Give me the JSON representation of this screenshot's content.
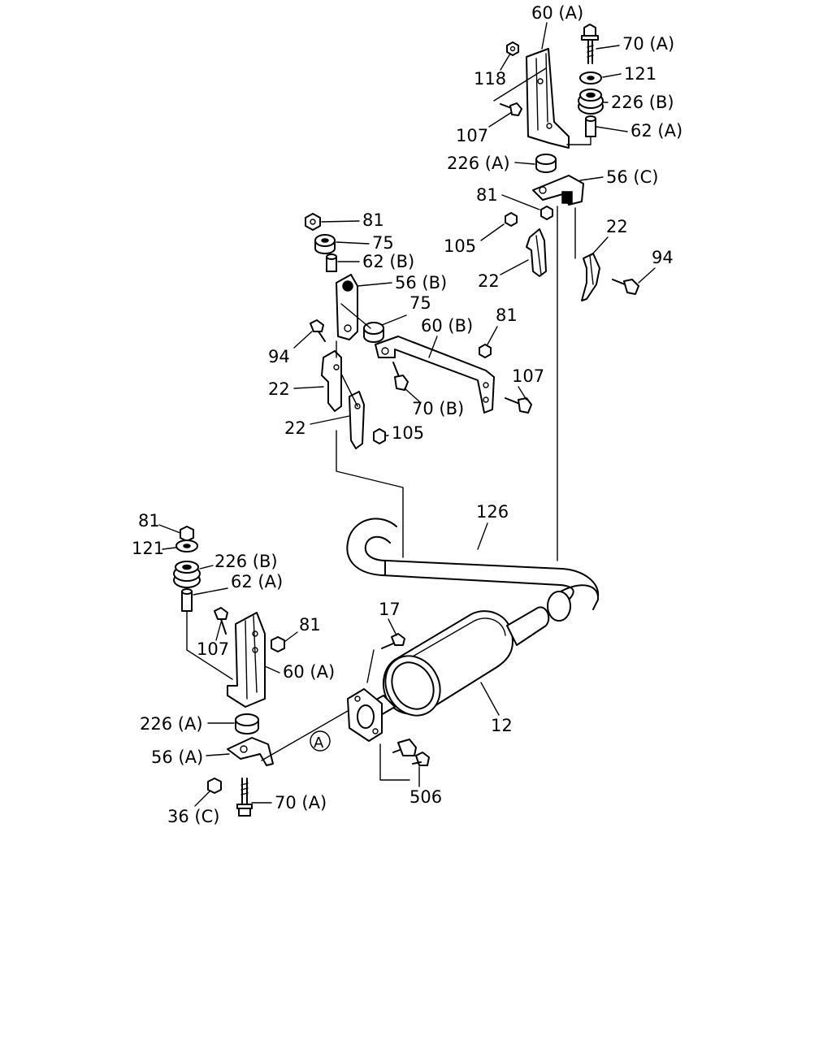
{
  "labels": {
    "p60a_top": "60 (A)",
    "p70a_top": "70 (A)",
    "p118": "118",
    "p121_top": "121",
    "p226b_top": "226 (B)",
    "p107_top": "107",
    "p62a_top": "62 (A)",
    "p226a_top": "226 (A)",
    "p56c": "56 (C)",
    "p81_top": "81",
    "p22_right": "22",
    "p105_top": "105",
    "p94_right": "94",
    "p22_mid": "22",
    "p81_left": "81",
    "p75_a": "75",
    "p62b": "62 (B)",
    "p56b": "56 (B)",
    "p75_b": "75",
    "p60b": "60 (B)",
    "p81_mid": "81",
    "p94_left": "94",
    "p22_l1": "22",
    "p107_mid": "107",
    "p70b": "70 (B)",
    "p22_l2": "22",
    "p105_mid": "105",
    "p126": "126",
    "p81_bl": "81",
    "p121_bl": "121",
    "p226b_bl": "226 (B)",
    "p62a_bl": "62 (A)",
    "p17": "17",
    "p81_bl2": "81",
    "p107_bl": "107",
    "p60a_bl": "60 (A)",
    "p226a_bl": "226 (A)",
    "p12": "12",
    "p56a": "56 (A)",
    "callout_a": "A",
    "p506": "506",
    "p36c": "36 (C)",
    "p70a_bl": "70 (A)"
  }
}
